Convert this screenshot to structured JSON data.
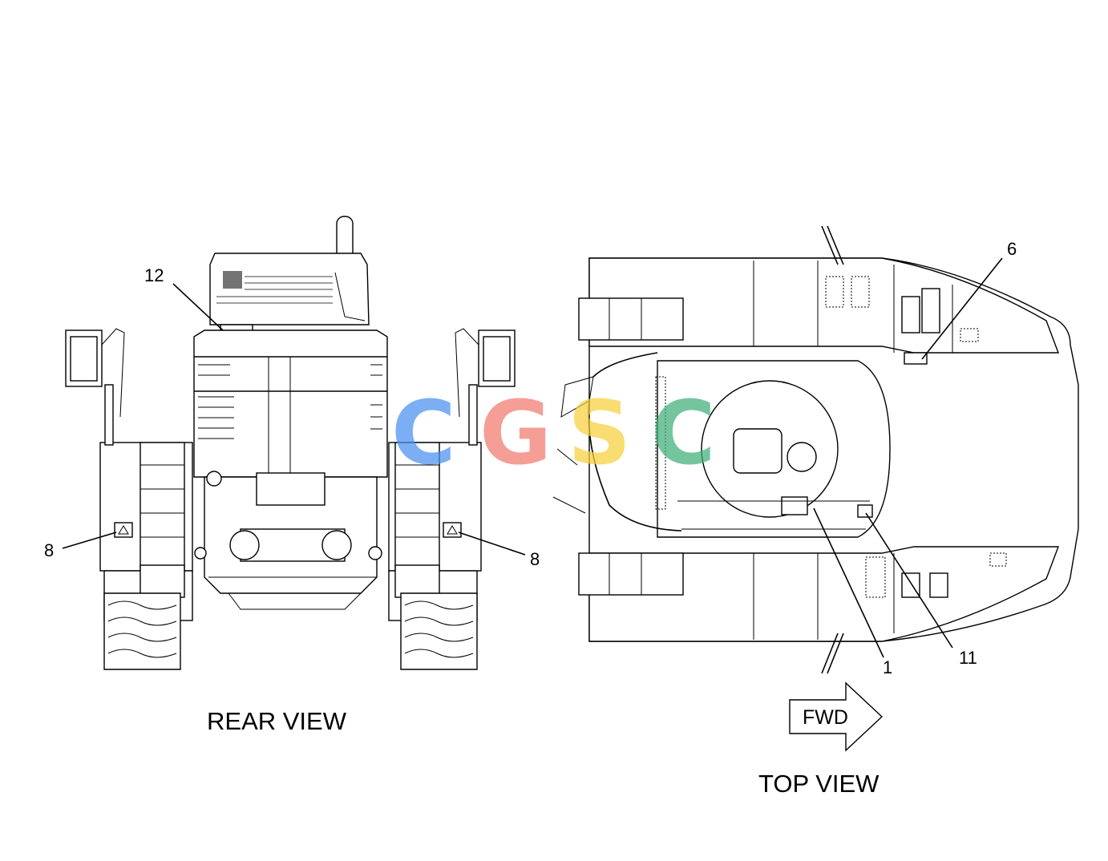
{
  "views": {
    "rear": {
      "title": "REAR VIEW"
    },
    "top": {
      "title": "TOP VIEW"
    }
  },
  "callouts": {
    "rear_12": "12",
    "rear_8_left": "8",
    "rear_8_right": "8",
    "top_6": "6",
    "top_1": "1",
    "top_11": "11"
  },
  "direction": {
    "label": "FWD"
  },
  "watermark": {
    "letters": [
      "C",
      "G",
      "S",
      "C"
    ],
    "colors": [
      "#4a90f0",
      "#f07a6e",
      "#f8d13c",
      "#3fb07a"
    ]
  }
}
